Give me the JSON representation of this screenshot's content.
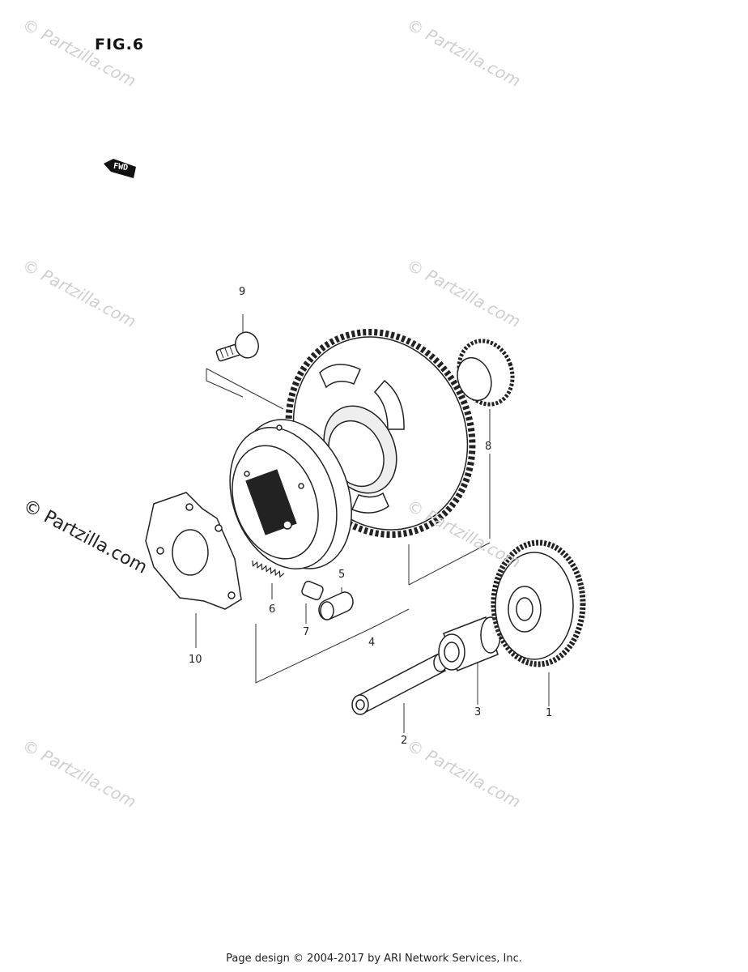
{
  "figure": {
    "title": "FIG.6",
    "fwd_label": "FWD"
  },
  "callouts": [
    "1",
    "2",
    "3",
    "4",
    "5",
    "6",
    "7",
    "8",
    "9",
    "10"
  ],
  "watermark": "© Partzilla.com",
  "footer": "Page design © 2004-2017 by ARI Network Services, Inc."
}
